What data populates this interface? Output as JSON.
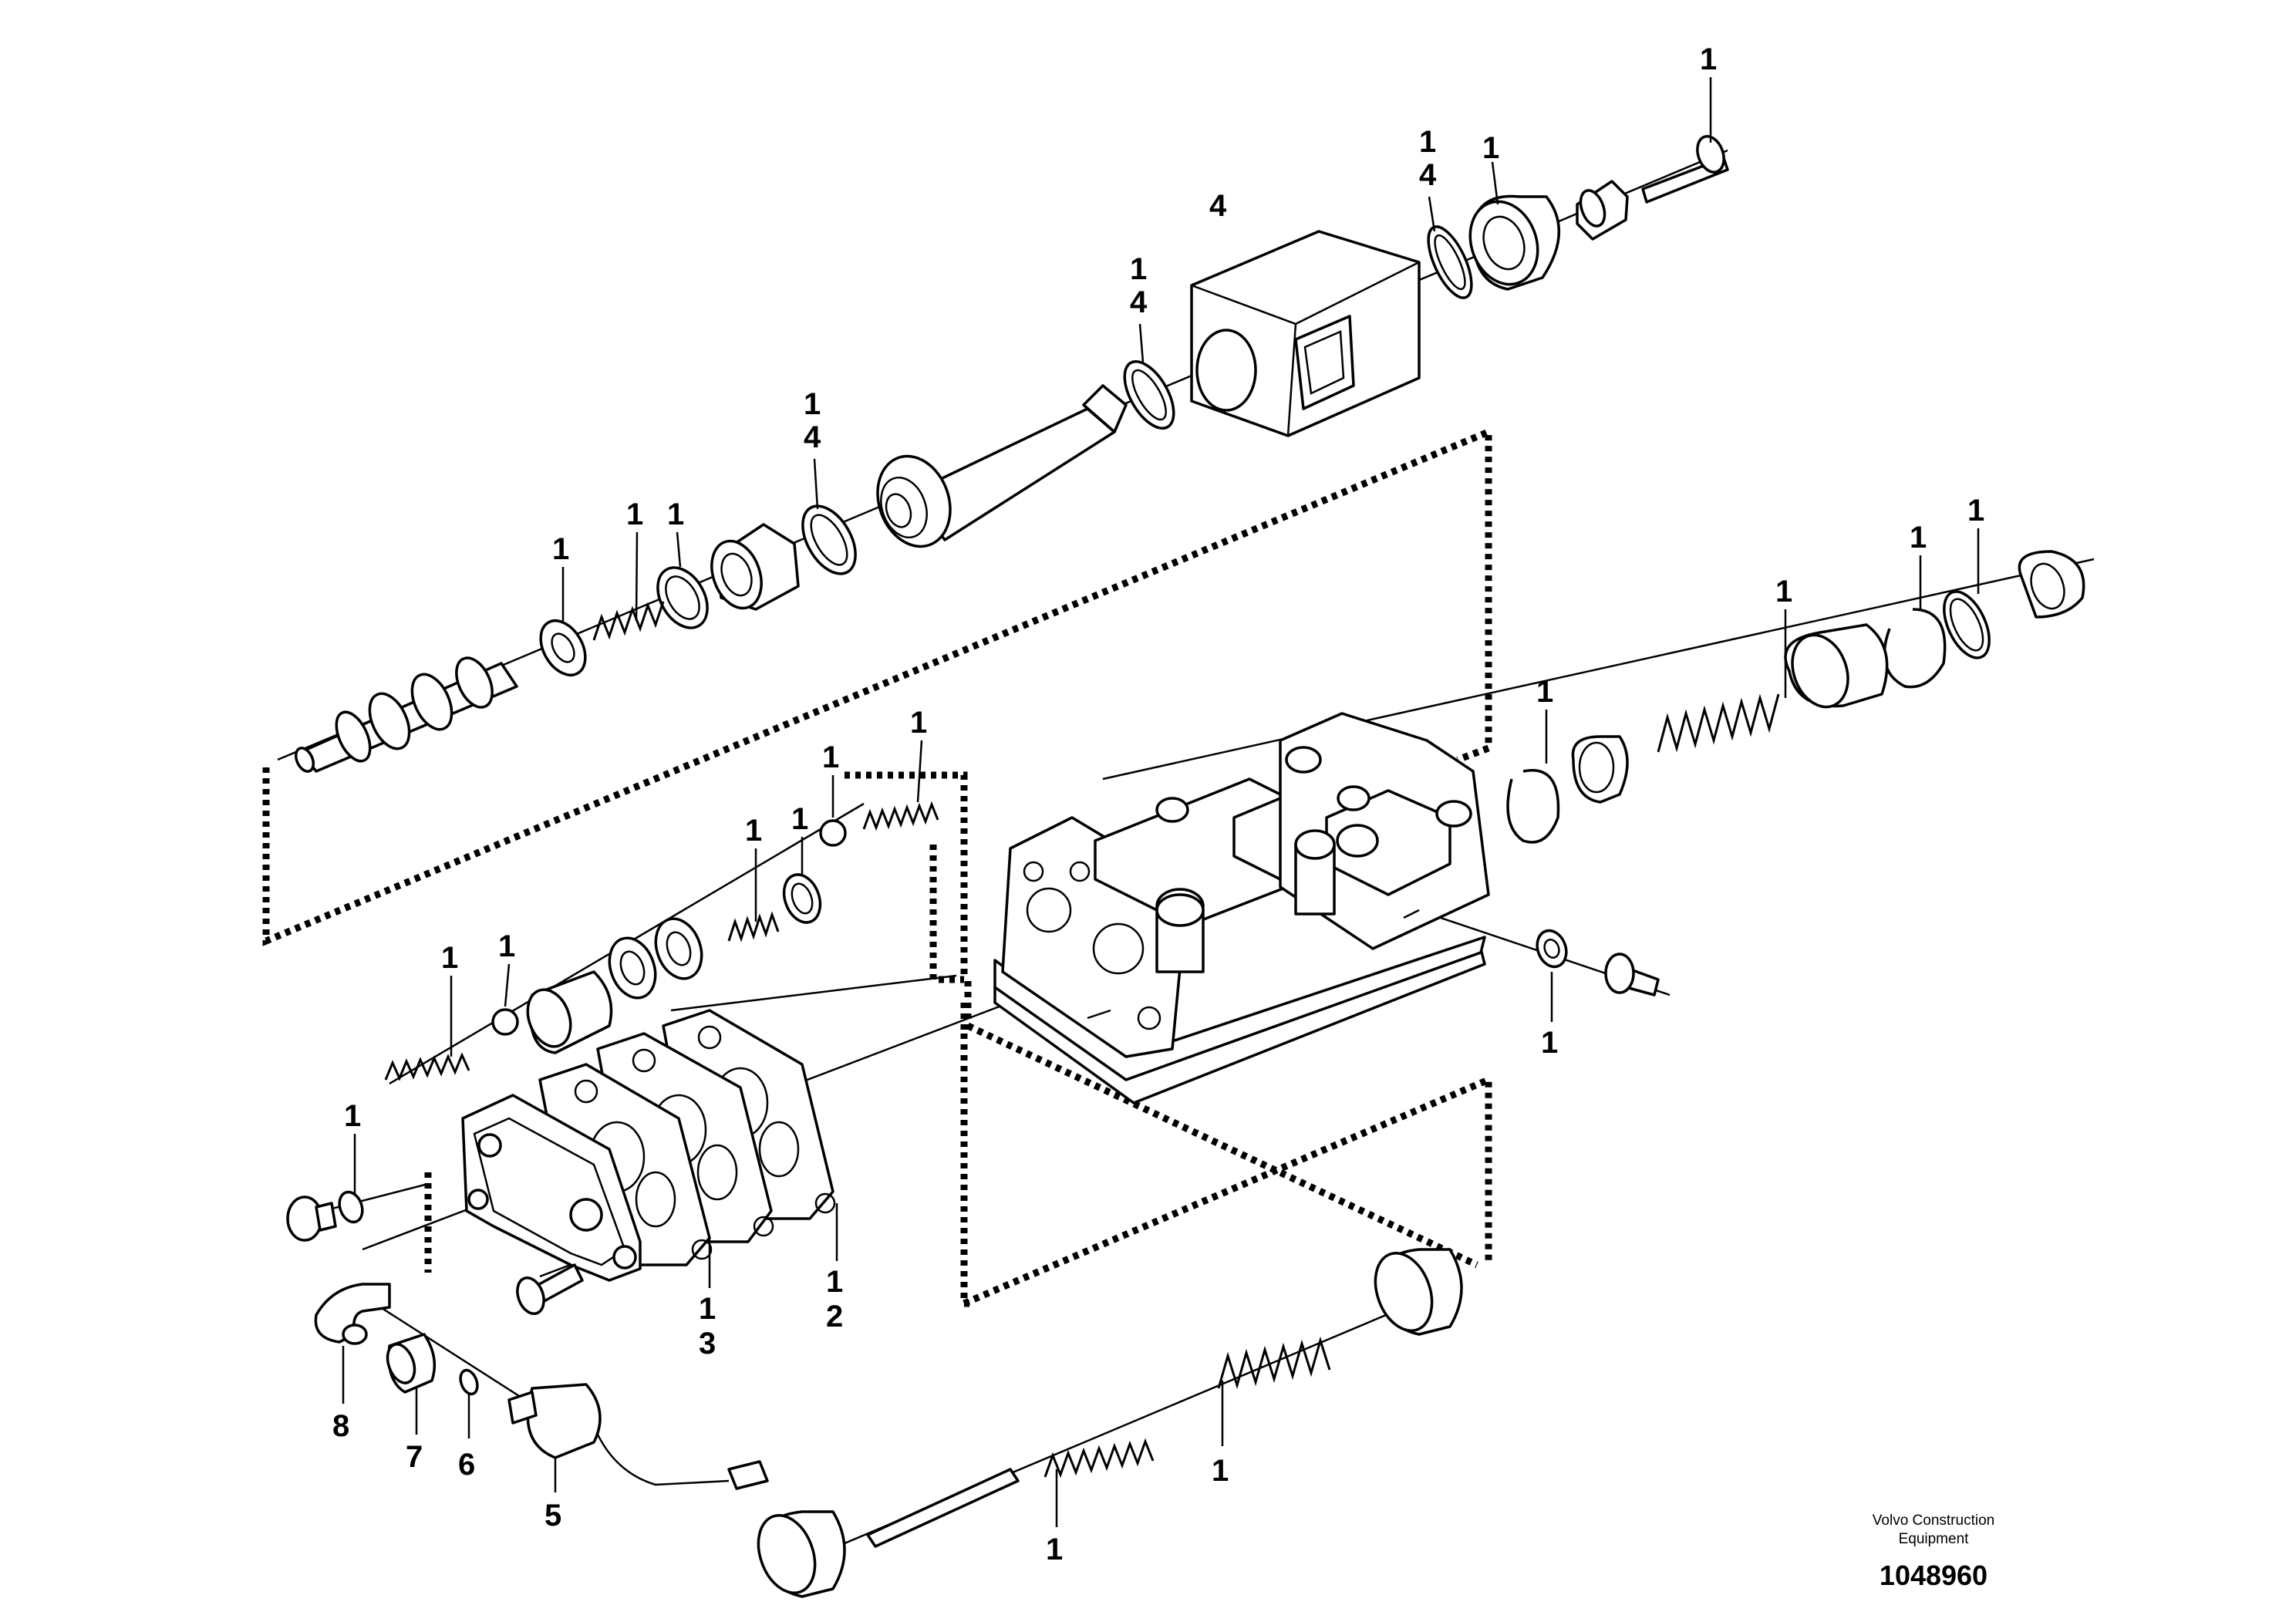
{
  "callouts": [
    {
      "id": "c-top-bolt",
      "text": "1"
    },
    {
      "id": "c-oring-a-1",
      "text": "1"
    },
    {
      "id": "c-oring-a-4",
      "text": "4"
    },
    {
      "id": "c-nut-top",
      "text": "1"
    },
    {
      "id": "c-solenoid",
      "text": "4"
    },
    {
      "id": "c-oring-b-1",
      "text": "1"
    },
    {
      "id": "c-oring-b-4",
      "text": "4"
    },
    {
      "id": "c-oring-c-1",
      "text": "1"
    },
    {
      "id": "c-oring-c-4",
      "text": "4"
    },
    {
      "id": "c-spool-spring",
      "text": "1"
    },
    {
      "id": "c-spool-washer",
      "text": "1"
    },
    {
      "id": "c-spool-oring",
      "text": "1"
    },
    {
      "id": "c-ball-top",
      "text": "1"
    },
    {
      "id": "c-spring-top",
      "text": "1"
    },
    {
      "id": "c-washer-mid",
      "text": "1"
    },
    {
      "id": "c-spring-mid",
      "text": "1"
    },
    {
      "id": "c-ball-left",
      "text": "1"
    },
    {
      "id": "c-spring-left",
      "text": "1"
    },
    {
      "id": "c-circlip-right",
      "text": "1"
    },
    {
      "id": "c-right-spring",
      "text": "1"
    },
    {
      "id": "c-right-circlip2",
      "text": "1"
    },
    {
      "id": "c-right-oring",
      "text": "1"
    },
    {
      "id": "c-side-washer",
      "text": "1"
    },
    {
      "id": "c-screw-left",
      "text": "1"
    },
    {
      "id": "c-gasket-a-1",
      "text": "1"
    },
    {
      "id": "c-gasket-a-3",
      "text": "3"
    },
    {
      "id": "c-gasket-b-1",
      "text": "1"
    },
    {
      "id": "c-gasket-b-2",
      "text": "2"
    },
    {
      "id": "c-elbow",
      "text": "8"
    },
    {
      "id": "c-adapter",
      "text": "7"
    },
    {
      "id": "c-seal",
      "text": "6"
    },
    {
      "id": "c-sensor",
      "text": "5"
    },
    {
      "id": "c-bottom-spring1",
      "text": "1"
    },
    {
      "id": "c-bottom-spring2",
      "text": "1"
    }
  ],
  "footer": {
    "maker_line1": "Volvo Construction",
    "maker_line2": "Equipment",
    "drawing_number": "1048960"
  }
}
